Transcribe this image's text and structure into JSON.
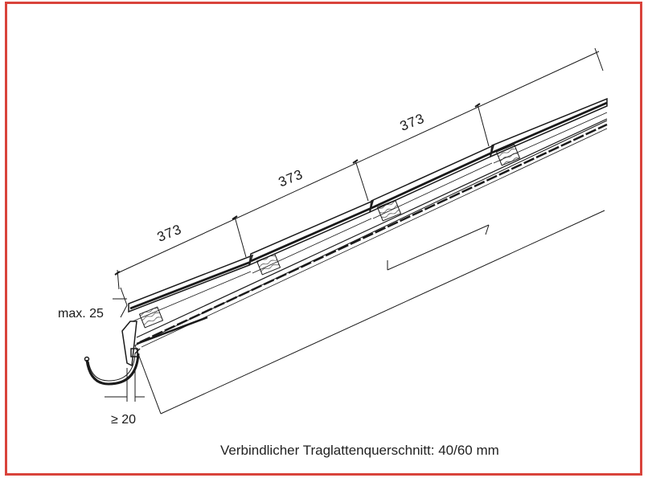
{
  "drawing": {
    "dimensions": [
      {
        "label": "373"
      },
      {
        "label": "373"
      },
      {
        "label": "373"
      }
    ],
    "eave_overhang": {
      "label": "max. 25"
    },
    "gutter_gap": {
      "label": "≥ 20"
    },
    "caption": "Verbindlicher Traglattenquerschnitt: 40/60 mm",
    "colors": {
      "frame": "#d9433b",
      "line": "#1a1a1a"
    }
  }
}
